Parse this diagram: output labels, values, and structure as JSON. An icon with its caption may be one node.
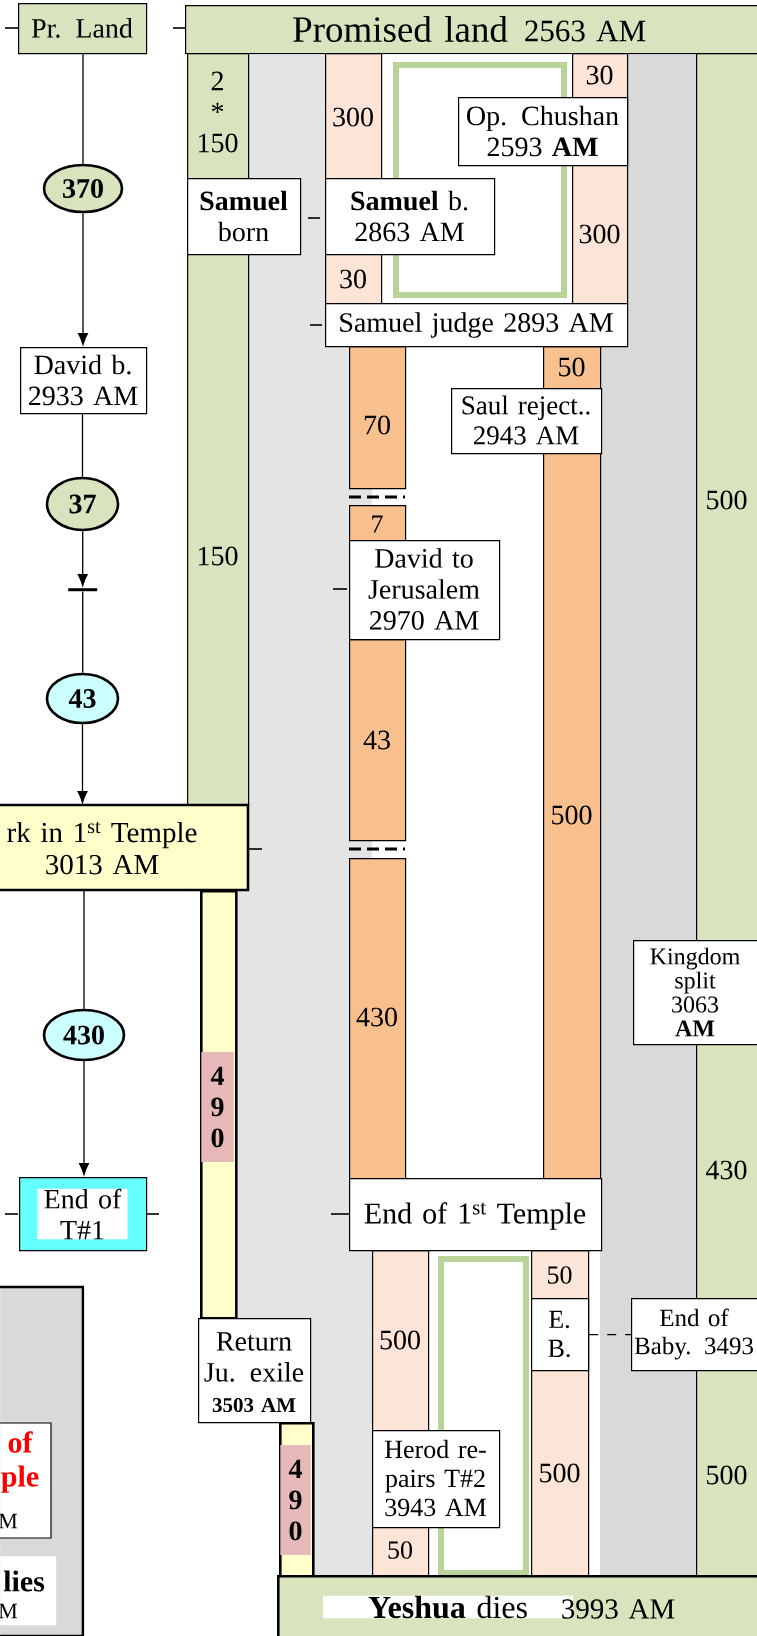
{
  "diagram": {
    "nodes": [
      {
        "text": [
          "Pr. Land"
        ]
      },
      {
        "text": [
          "Promised land",
          "2563 AM"
        ]
      },
      {
        "text": [
          "370"
        ]
      },
      {
        "text": [
          "David b. 2933 AM"
        ]
      },
      {
        "text": [
          "37"
        ]
      },
      {
        "text": [],
        "shape": "bar"
      },
      {
        "text": [
          "43"
        ]
      },
      {
        "text": [
          "rk in 1$^{st}$ Temple 3013 AM"
        ]
      },
      {
        "text": [
          "430"
        ]
      },
      {
        "text": [
          "End of T#1"
        ]
      },
      {
        "text": [],
        "shape": "box"
      },
      {
        "text": [
          "of ple",
          "M"
        ],
        "in": 10
      },
      {
        "text": [
          "lies",
          "M"
        ],
        "in": 10
      },
      {
        "text": [
          "2 * 150",
          "150"
        ]
      },
      {
        "text": [
          "**Samuel** born"
        ]
      },
      {
        "text": [
          "300",
          "30"
        ]
      },
      {
        "text": [
          "**Samuel** b. 2863 AM"
        ]
      },
      {
        "text": [],
        "shape": "box"
      },
      {
        "text": [
          "Op. Chushan 2593 **AM**"
        ]
      },
      {
        "text": [
          "30",
          "300"
        ]
      },
      {
        "text": [
          "Samuel judge 2893 AM"
        ]
      },
      {
        "text": [
          "70"
        ]
      },
      {
        "text": [
          "7"
        ]
      },
      {
        "text": [
          "David to Jerusalem 2970 AM"
        ]
      },
      {
        "text": [
          "43"
        ]
      },
      {
        "text": [
          "430"
        ]
      },
      {
        "text": [
          "50",
          "500"
        ]
      },
      {
        "text": [
          "Saul reject.. 2943 AM"
        ]
      },
      {
        "text": [
          "500",
          "430",
          "500"
        ]
      },
      {
        "text": [
          "Kingdom split 3063 **AM**"
        ]
      },
      {
        "text": [
          "End of 1$^{st}$ Temple"
        ]
      },
      {
        "text": [
          "500",
          "50"
        ]
      },
      {
        "text": [
          "Herod re- pairs T#2 3943 AM"
        ]
      },
      {
        "text": [],
        "shape": "box"
      },
      {
        "text": [
          "50",
          "500"
        ]
      },
      {
        "text": [
          "E. B."
        ],
        "in": 34
      },
      {
        "text": [
          "End of Baby. 3493"
        ]
      },
      {
        "text": [
          "4 9 0"
        ]
      },
      {
        "text": [
          "Return Ju. exile",
          "3503 AM"
        ]
      },
      {
        "text": [
          "4 9 0"
        ]
      },
      {
        "text": [
          "**Yeshua** dies",
          "3993 AM"
        ]
      }
    ],
    "edges": [
      {
        "from": 0,
        "to": 2,
        "arrow": "none"
      },
      {
        "from": 2,
        "to": 3,
        "arrow": "to"
      },
      {
        "from": 3,
        "to": 4,
        "arrow": "none"
      },
      {
        "from": 4,
        "to": 5,
        "arrow": "to"
      },
      {
        "from": 5,
        "to": 6,
        "arrow": "none"
      },
      {
        "from": 6,
        "to": 7,
        "arrow": "to"
      },
      {
        "from": 7,
        "to": 8,
        "arrow": "none"
      },
      {
        "from": 8,
        "to": 9,
        "arrow": "to"
      },
      {
        "from": 35,
        "to": 36,
        "arrow": "none",
        "style": "dashed"
      }
    ]
  }
}
